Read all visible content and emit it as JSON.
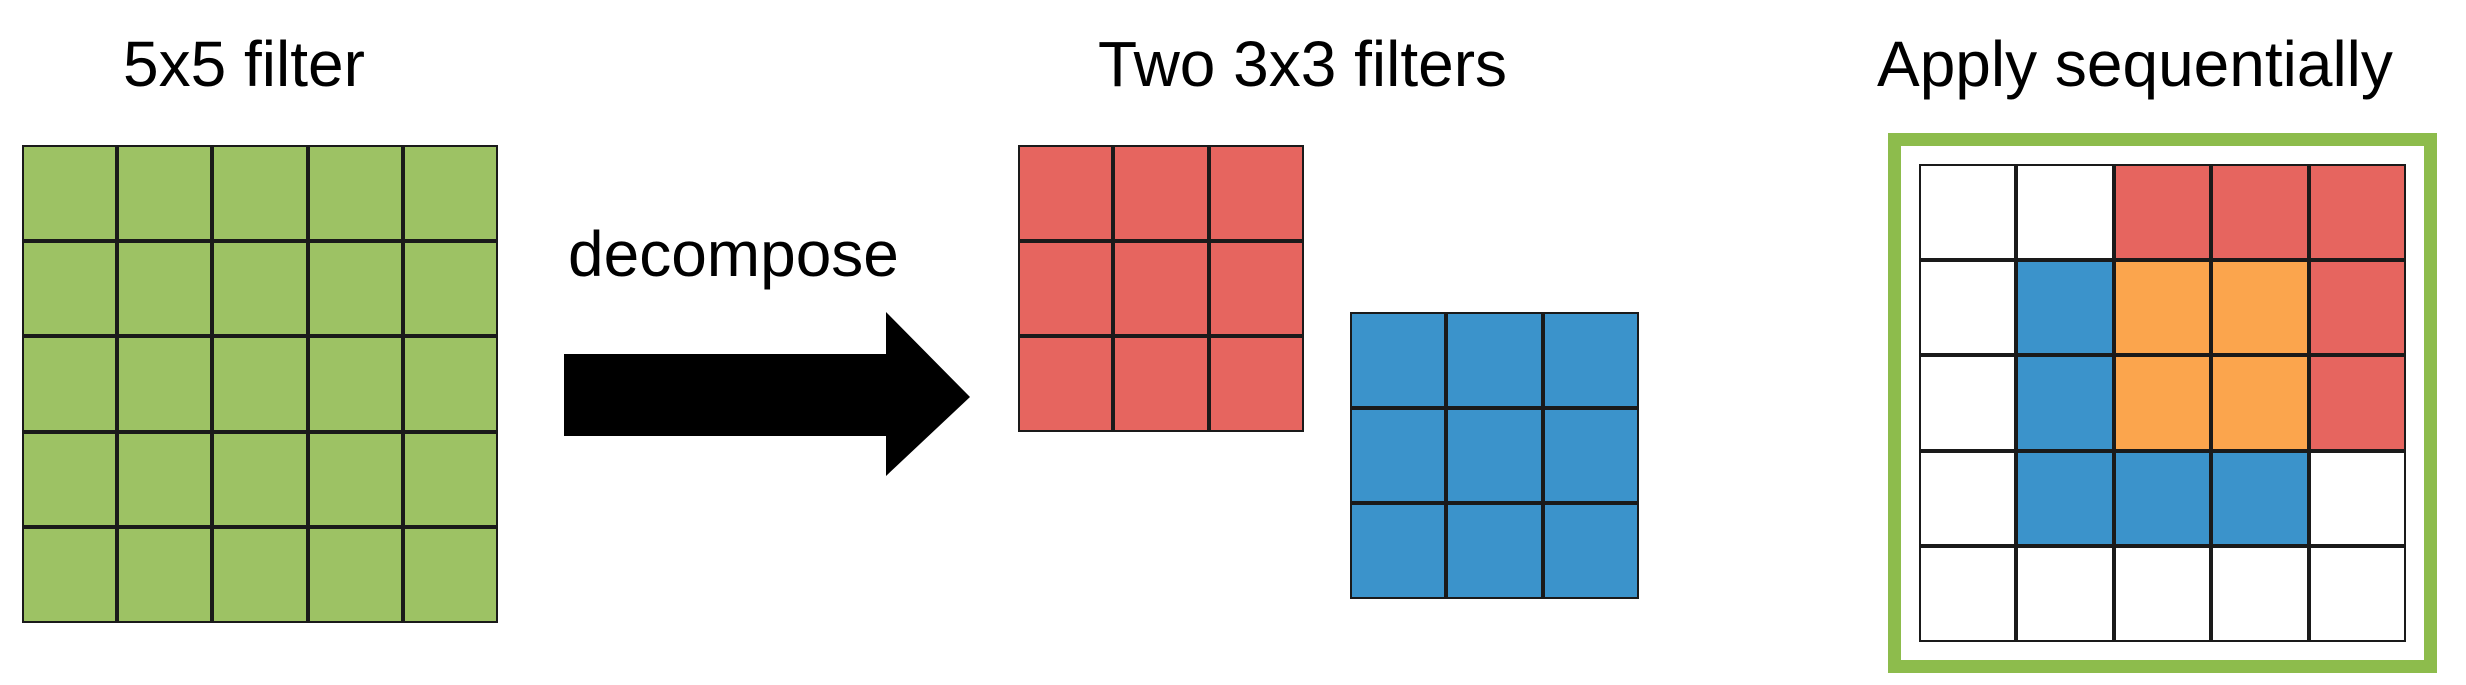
{
  "labels": {
    "filter5": "5x5 filter",
    "filter3": "Two 3x3 filters",
    "apply": "Apply sequentially",
    "decompose": "decompose"
  },
  "colors": {
    "green": "#9dc264",
    "red": "#e6655f",
    "blue": "#3b93cb",
    "orange": "#fba54d",
    "white": "#ffffff",
    "border_green": "#8dbc4c"
  },
  "grids": {
    "filter5": [
      [
        "green",
        "green",
        "green",
        "green",
        "green"
      ],
      [
        "green",
        "green",
        "green",
        "green",
        "green"
      ],
      [
        "green",
        "green",
        "green",
        "green",
        "green"
      ],
      [
        "green",
        "green",
        "green",
        "green",
        "green"
      ],
      [
        "green",
        "green",
        "green",
        "green",
        "green"
      ]
    ],
    "red3": [
      [
        "red",
        "red",
        "red"
      ],
      [
        "red",
        "red",
        "red"
      ],
      [
        "red",
        "red",
        "red"
      ]
    ],
    "blue3": [
      [
        "blue",
        "blue",
        "blue"
      ],
      [
        "blue",
        "blue",
        "blue"
      ],
      [
        "blue",
        "blue",
        "blue"
      ]
    ],
    "apply": [
      [
        "white",
        "white",
        "red",
        "red",
        "red"
      ],
      [
        "white",
        "blue",
        "orange",
        "orange",
        "red"
      ],
      [
        "white",
        "blue",
        "orange",
        "orange",
        "red"
      ],
      [
        "white",
        "blue",
        "blue",
        "blue",
        "white"
      ],
      [
        "white",
        "white",
        "white",
        "white",
        "white"
      ]
    ]
  }
}
